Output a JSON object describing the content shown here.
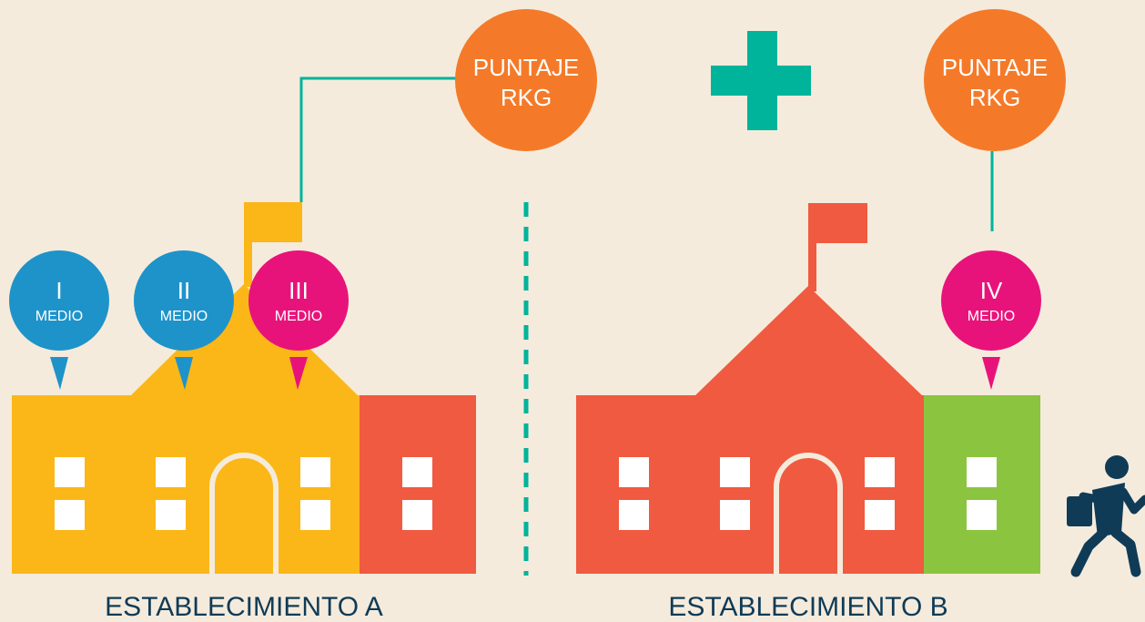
{
  "colors": {
    "background": "#f5ebdc",
    "yellow": "#fbb718",
    "red": "#f05a40",
    "green": "#8bc43f",
    "teal": "#00b39b",
    "orange": "#f47a29",
    "blue": "#1e93c9",
    "magenta": "#e8137a",
    "window": "#ffffff",
    "door": "#f5ebdc",
    "runner": "#0f3b57"
  },
  "school_a": {
    "caption": "ESTABLECIMIENTO A",
    "score_line1": "PUNTAJE",
    "score_line2": "RKG",
    "pins": [
      {
        "num": "I",
        "label": "MEDIO"
      },
      {
        "num": "II",
        "label": "MEDIO"
      },
      {
        "num": "III",
        "label": "MEDIO"
      }
    ]
  },
  "school_b": {
    "caption": "ESTABLECIMIENTO B",
    "score_line1": "PUNTAJE",
    "score_line2": "RKG",
    "pins": [
      {
        "num": "IV",
        "label": "MEDIO"
      }
    ]
  },
  "icons": {
    "plus": "plus-icon",
    "runner": "running-student-icon"
  }
}
